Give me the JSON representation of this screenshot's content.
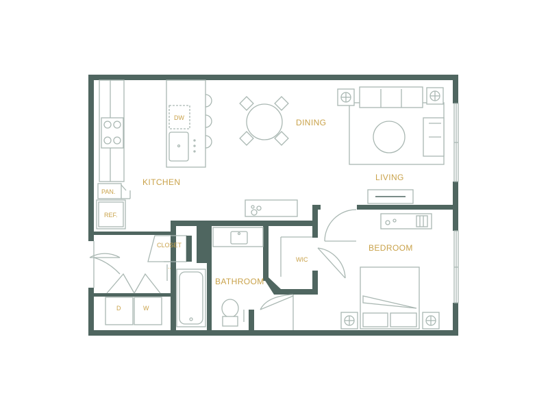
{
  "colors": {
    "wall": "#4f6660",
    "fixture": "#a9b7b2",
    "label": "#c9a24a"
  },
  "rooms": {
    "kitchen": "KITCHEN",
    "dining": "DINING",
    "living": "LIVING",
    "bedroom": "BEDROOM",
    "bathroom": "BATHROOM"
  },
  "fixtures": {
    "dishwasher": "DW",
    "pantry": "PAN.",
    "refrigerator": "REF.",
    "closet": "CLOSET",
    "walk_in_closet": "WIC",
    "dryer": "D",
    "washer": "W"
  }
}
